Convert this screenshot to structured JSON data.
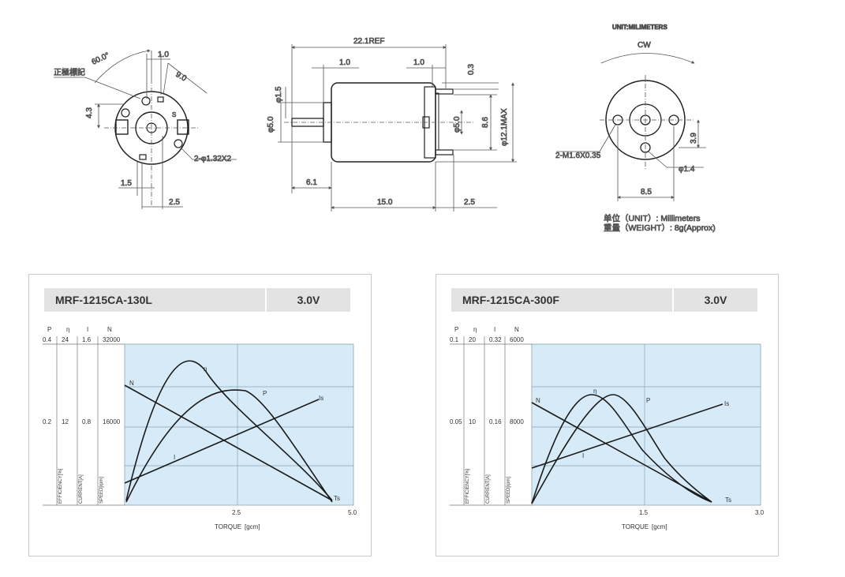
{
  "drawing": {
    "unit_title": "UNIT:MILIMETERS",
    "front": {
      "angle": "60.0°",
      "polarity": "正極標記",
      "d1": "1.0",
      "d2": "9.0",
      "d3": "4.3",
      "d4": "1.5",
      "d5": "2.5",
      "holes": "2-φ1.32X2",
      "mark": "S"
    },
    "side": {
      "ref": "22.1REF",
      "d1": "1.0",
      "d2": "1.0",
      "d3": "0.3",
      "shaft1": "φ1.5",
      "shaft2": "φ5.0",
      "boss": "φ5.0",
      "h1": "8.6",
      "hmax": "φ12.1MAX",
      "len1": "6.1",
      "len2": "15.0",
      "len3": "2.5"
    },
    "rear": {
      "dir": "CW",
      "holes": "2-M1.6X0.35",
      "d1": "3.9",
      "d2": "φ1.4",
      "d3": "8.5"
    },
    "unit_line": "单位（UNIT）: Millimeters",
    "weight_line": "重量（WEIGHT）: 8g(Approx)"
  },
  "charts": [
    {
      "model": "MRF-1215CA-130L",
      "voltage": "3.0V",
      "axis_heads": [
        "P",
        "η",
        "I",
        "N"
      ],
      "top_values": [
        "0.4",
        "24",
        "1.6",
        "32000"
      ],
      "mid_values": [
        "0.2",
        "12",
        "0.8",
        "16000"
      ],
      "col_labels": [
        "EFFICIENCY[%]",
        "CURRENT[A]",
        "SPEED[rpm]"
      ],
      "x_ticks": [
        "2.5",
        "5.0"
      ],
      "xlabel": "TORQUE",
      "xunit": "[gcm]",
      "curve_labels": {
        "n": "N",
        "eta": "η",
        "p": "P",
        "i": "I",
        "is": "Is",
        "ts": "Ts"
      }
    },
    {
      "model": "MRF-1215CA-300F",
      "voltage": "3.0V",
      "axis_heads": [
        "P",
        "η",
        "I",
        "N"
      ],
      "top_values": [
        "0.1",
        "20",
        "0.32",
        "6000"
      ],
      "mid_values": [
        "0.05",
        "10",
        "0.16",
        "8000"
      ],
      "col_labels": [
        "EFFICIENCY[%]",
        "CURRENT[A]",
        "SPEED[rpm]"
      ],
      "x_ticks": [
        "1.5",
        "3.0"
      ],
      "xlabel": "TORQUE",
      "xunit": "[gcm]",
      "curve_labels": {
        "n": "N",
        "eta": "η",
        "p": "P",
        "i": "I",
        "is": "Is",
        "ts": "Ts"
      }
    }
  ],
  "colors": {
    "plot_bg": "#d6ebf7",
    "grid": "#8aa5b5",
    "curve": "#1a1a1a"
  }
}
